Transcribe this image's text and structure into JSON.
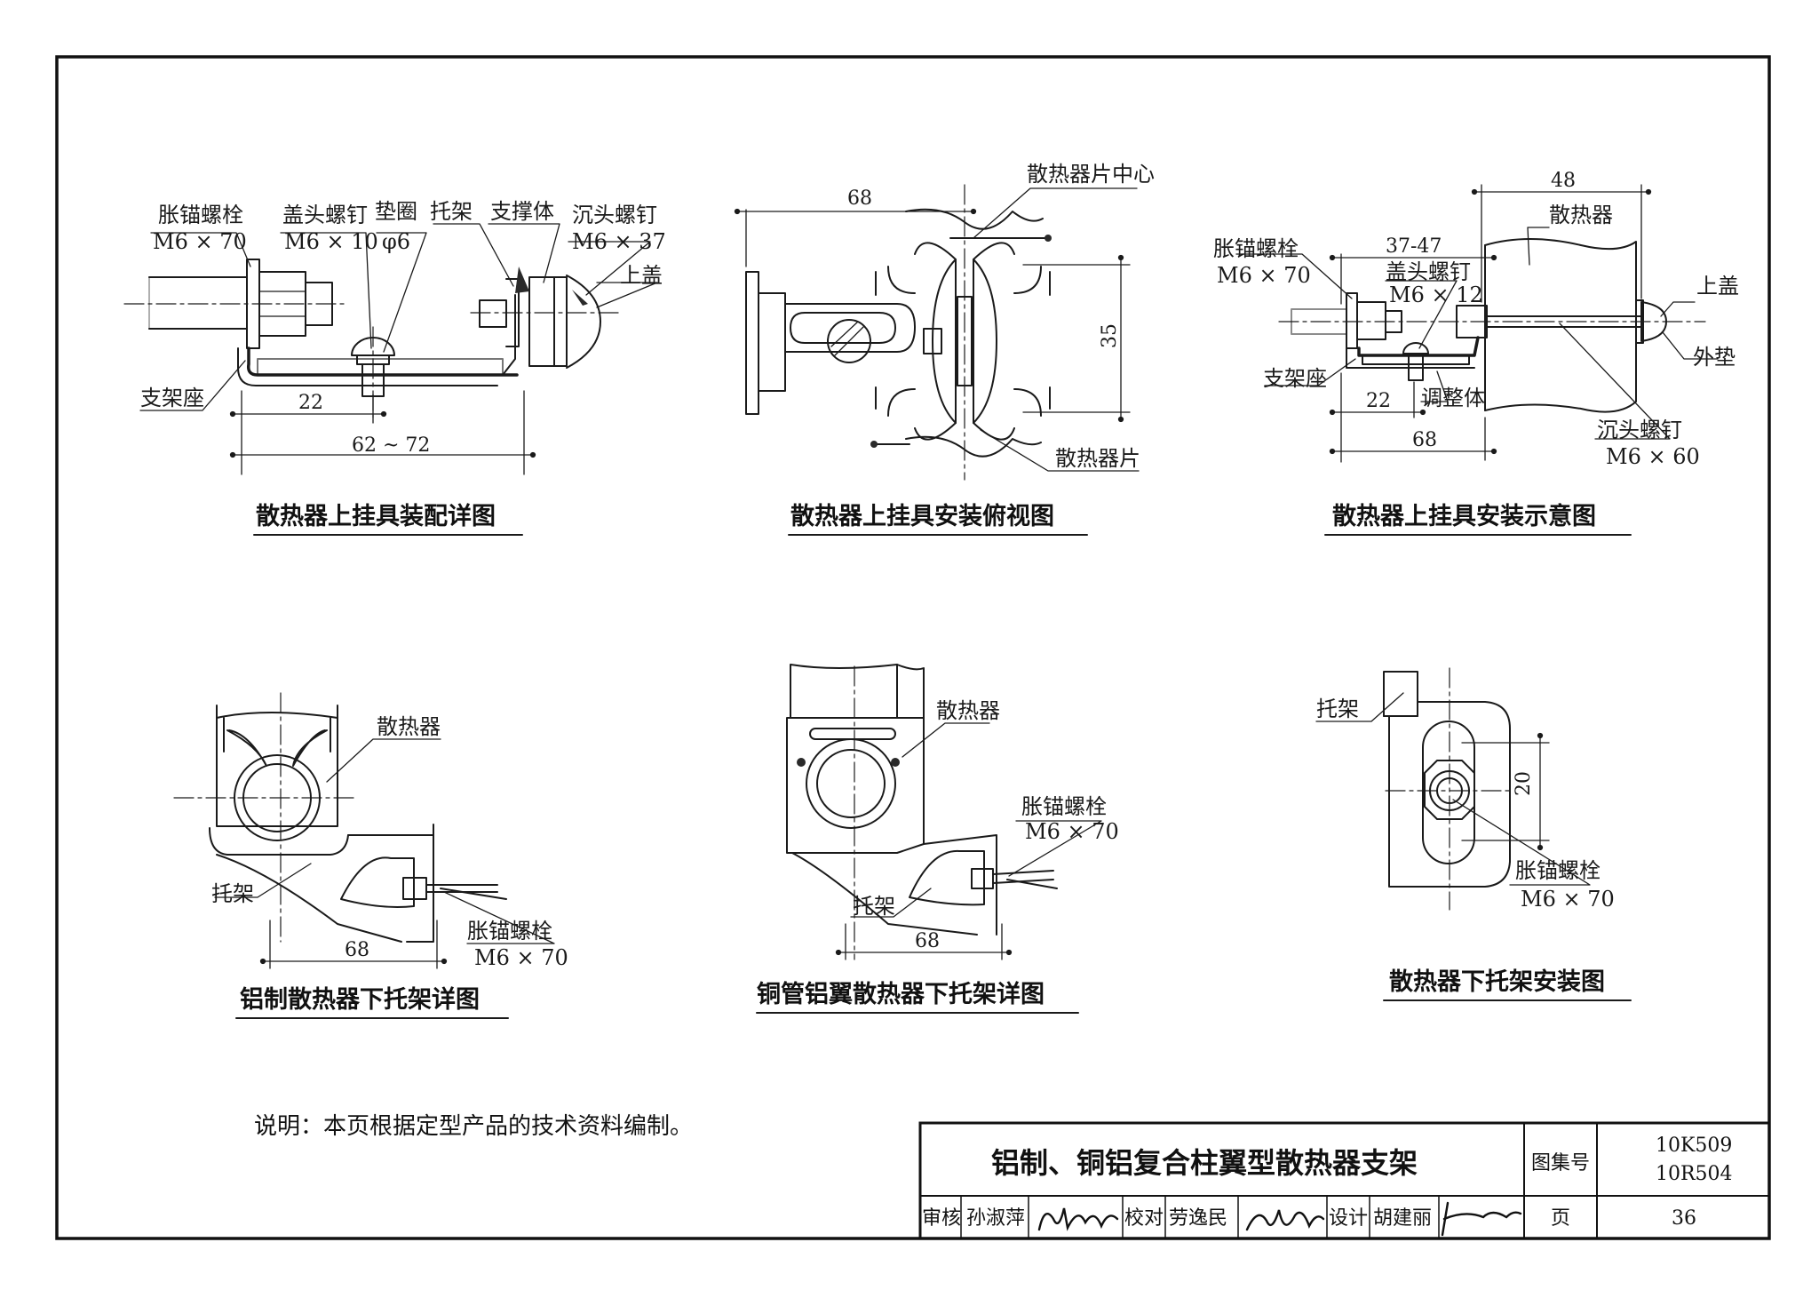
{
  "views": {
    "top_left": {
      "caption": "散热器上挂具装配详图",
      "labels": {
        "anchor_bolt": "胀锚螺栓",
        "anchor_bolt_spec": "M6 × 70",
        "cap_screw": "盖头螺钉",
        "cap_screw_spec": "M6 × 10",
        "washer": "垫圈",
        "washer_spec": "φ6",
        "bracket": "托架",
        "support": "支撑体",
        "countersunk": "沉头螺钉",
        "countersunk_spec": "M6 × 37",
        "top_cover": "上盖",
        "base": "支架座"
      },
      "dims": {
        "d1": "22",
        "d2": "62 ~ 72"
      }
    },
    "top_center": {
      "caption": "散热器上挂具安装俯视图",
      "labels": {
        "fin_center": "散热器片中心",
        "fin": "散热器片"
      },
      "dims": {
        "d1": "68",
        "d2": "35"
      }
    },
    "top_right": {
      "caption": "散热器上挂具安装示意图",
      "labels": {
        "anchor_bolt": "胀锚螺栓",
        "anchor_bolt_spec": "M6 × 70",
        "radiator": "散热器",
        "cap_screw": "盖头螺钉",
        "cap_screw_spec": "M6 × 12",
        "top_cover": "上盖",
        "outer_washer": "外垫",
        "base": "支架座",
        "adjuster": "调整体",
        "countersunk": "沉头螺钉",
        "countersunk_spec": "M6 × 60"
      },
      "dims": {
        "d1": "48",
        "d2": "37-47",
        "d3": "22",
        "d4": "68"
      }
    },
    "bottom_left": {
      "caption": "铝制散热器下托架详图",
      "labels": {
        "radiator": "散热器",
        "bracket": "托架",
        "anchor_bolt": "胀锚螺栓",
        "anchor_bolt_spec": "M6 × 70"
      },
      "dims": {
        "d1": "68"
      }
    },
    "bottom_center": {
      "caption": "铜管铝翼散热器下托架详图",
      "labels": {
        "radiator": "散热器",
        "bracket": "托架",
        "anchor_bolt": "胀锚螺栓",
        "anchor_bolt_spec": "M6 × 70"
      },
      "dims": {
        "d1": "68"
      }
    },
    "bottom_right": {
      "caption": "散热器下托架安装图",
      "labels": {
        "bracket": "托架",
        "anchor_bolt": "胀锚螺栓",
        "anchor_bolt_spec": "M6 × 70"
      },
      "dims": {
        "d1": "20"
      }
    }
  },
  "note": "说明：本页根据定型产品的技术资料编制。",
  "title_block": {
    "title": "铝制、铜铝复合柱翼型散热器支架",
    "atlas_label": "图集号",
    "atlas_number_1": "10K509",
    "atlas_number_2": "10R504",
    "page_label": "页",
    "page_number": "36",
    "review_label": "审核",
    "reviewer": "孙淑萍",
    "check_label": "校对",
    "checker": "劳逸民",
    "design_label": "设计",
    "designer": "胡建丽"
  }
}
